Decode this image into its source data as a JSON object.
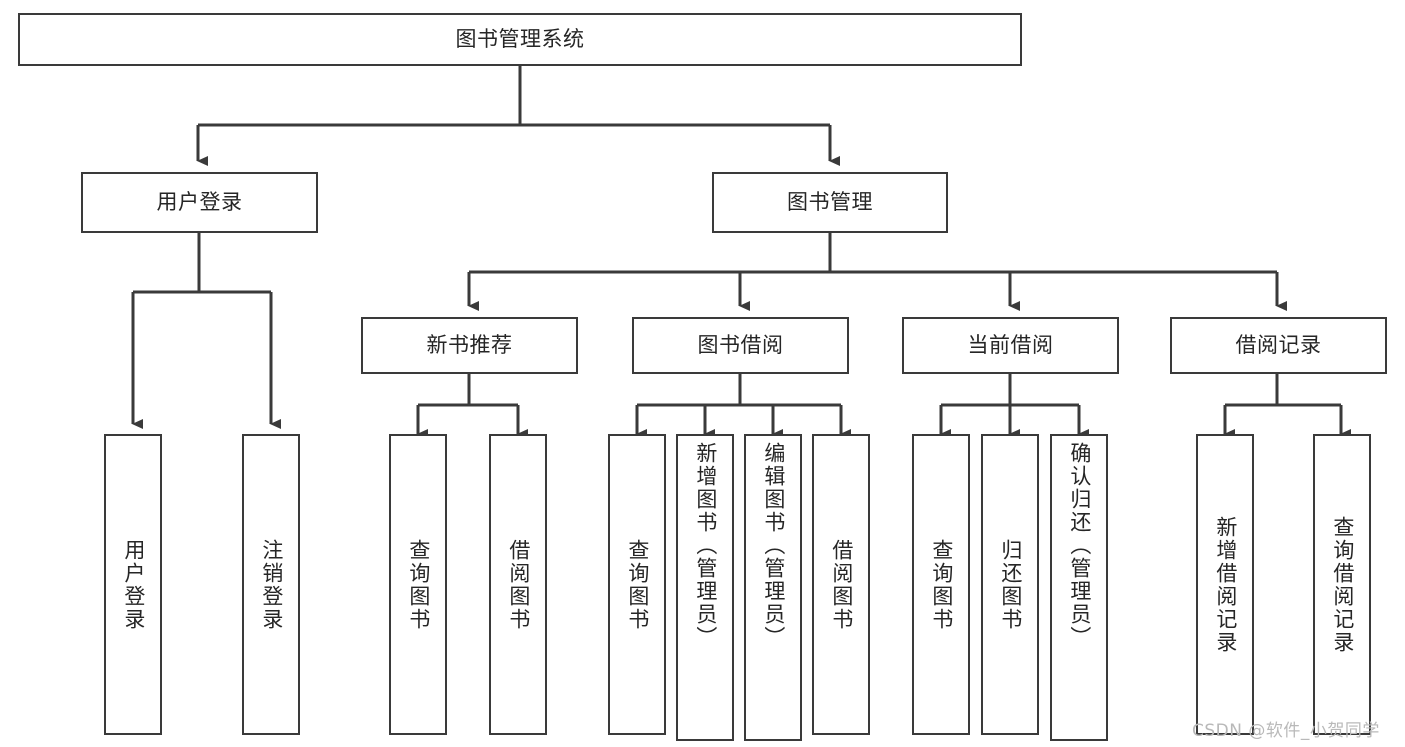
{
  "diagram": {
    "type": "tree",
    "title": "图书管理系统",
    "background": "#ffffff",
    "line_color": "#3a3a3a",
    "text_color": "#262626",
    "root": {
      "label": "图书管理系统"
    },
    "level2": [
      {
        "label": "用户登录"
      },
      {
        "label": "图书管理"
      }
    ],
    "level3": [
      {
        "label": "新书推荐"
      },
      {
        "label": "图书借阅"
      },
      {
        "label": "当前借阅"
      },
      {
        "label": "借阅记录"
      }
    ],
    "leaves": {
      "user_login": [
        {
          "label": "用户登录"
        },
        {
          "label": "注销登录"
        }
      ],
      "new_book_recommend": [
        {
          "label": "查询图书"
        },
        {
          "label": "借阅图书"
        }
      ],
      "book_borrow": [
        {
          "label": "查询图书"
        },
        {
          "label": "新增图书（管理员）"
        },
        {
          "label": "编辑图书（管理员）"
        },
        {
          "label": "借阅图书"
        }
      ],
      "current_borrow": [
        {
          "label": "查询图书"
        },
        {
          "label": "归还图书"
        },
        {
          "label": "确认归还（管理员）"
        }
      ],
      "borrow_record": [
        {
          "label": "新增借阅记录"
        },
        {
          "label": "查询借阅记录"
        }
      ]
    },
    "watermark": "CSDN @软件_小贺同学"
  }
}
